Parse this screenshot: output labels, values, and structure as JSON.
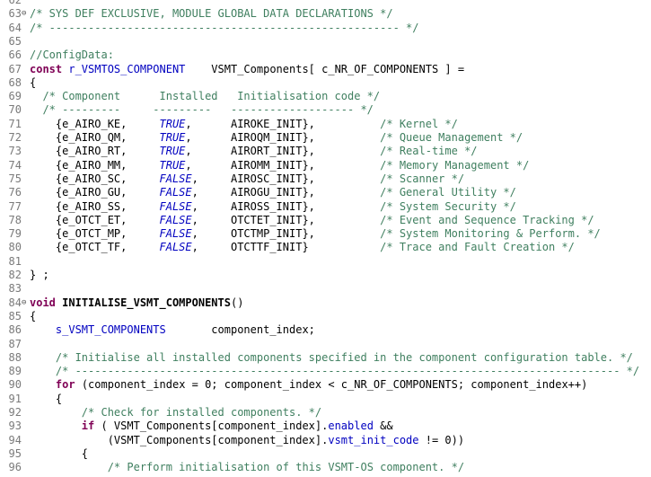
{
  "editor": {
    "fold_marker": "⊖",
    "lines": [
      {
        "num": "62",
        "fold": false,
        "tokens": []
      },
      {
        "num": "63",
        "fold": true,
        "tokens": [
          {
            "t": "/* SYS DEF EXCLUSIVE, MODULE GLOBAL DATA DECLARATIONS */",
            "c": "comment"
          }
        ]
      },
      {
        "num": "64",
        "fold": false,
        "tokens": [
          {
            "t": "/* ------------------------------------------------------ */",
            "c": "comment"
          }
        ]
      },
      {
        "num": "65",
        "fold": false,
        "tokens": []
      },
      {
        "num": "66",
        "fold": false,
        "tokens": [
          {
            "t": "//ConfigData:",
            "c": "comment"
          }
        ]
      },
      {
        "num": "67",
        "fold": false,
        "tokens": [
          {
            "t": "const",
            "c": "keyword"
          },
          {
            "t": " "
          },
          {
            "t": "r_VSMTOS_COMPONENT",
            "c": "type"
          },
          {
            "t": "    VSMT_Components[ c_NR_OF_COMPONENTS ] ="
          }
        ]
      },
      {
        "num": "68",
        "fold": false,
        "tokens": [
          {
            "t": "{"
          }
        ]
      },
      {
        "num": "69",
        "fold": false,
        "tokens": [
          {
            "t": "  /* Component      Installed   Initialisation code */",
            "c": "comment"
          }
        ]
      },
      {
        "num": "70",
        "fold": false,
        "tokens": [
          {
            "t": "  /* ---------     ---------   ------------------- */",
            "c": "comment"
          }
        ]
      },
      {
        "num": "71",
        "fold": false,
        "tokens": [
          {
            "t": "    {e_AIRO_KE,     "
          },
          {
            "t": "TRUE",
            "c": "const"
          },
          {
            "t": ",      AIROKE_INIT},          "
          },
          {
            "t": "/* Kernel */",
            "c": "comment"
          }
        ]
      },
      {
        "num": "72",
        "fold": false,
        "tokens": [
          {
            "t": "    {e_AIRO_QM,     "
          },
          {
            "t": "TRUE",
            "c": "const"
          },
          {
            "t": ",      AIROQM_INIT},          "
          },
          {
            "t": "/* Queue Management */",
            "c": "comment"
          }
        ]
      },
      {
        "num": "73",
        "fold": false,
        "tokens": [
          {
            "t": "    {e_AIRO_RT,     "
          },
          {
            "t": "TRUE",
            "c": "const"
          },
          {
            "t": ",      AIRORT_INIT},          "
          },
          {
            "t": "/* Real-time */",
            "c": "comment"
          }
        ]
      },
      {
        "num": "74",
        "fold": false,
        "tokens": [
          {
            "t": "    {e_AIRO_MM,     "
          },
          {
            "t": "TRUE",
            "c": "const"
          },
          {
            "t": ",      AIROMM_INIT},          "
          },
          {
            "t": "/* Memory Management */",
            "c": "comment"
          }
        ]
      },
      {
        "num": "75",
        "fold": false,
        "tokens": [
          {
            "t": "    {e_AIRO_SC,     "
          },
          {
            "t": "FALSE",
            "c": "const"
          },
          {
            "t": ",     AIROSC_INIT},          "
          },
          {
            "t": "/* Scanner */",
            "c": "comment"
          }
        ]
      },
      {
        "num": "76",
        "fold": false,
        "tokens": [
          {
            "t": "    {e_AIRO_GU,     "
          },
          {
            "t": "FALSE",
            "c": "const"
          },
          {
            "t": ",     AIROGU_INIT},          "
          },
          {
            "t": "/* General Utility */",
            "c": "comment"
          }
        ]
      },
      {
        "num": "77",
        "fold": false,
        "tokens": [
          {
            "t": "    {e_AIRO_SS,     "
          },
          {
            "t": "FALSE",
            "c": "const"
          },
          {
            "t": ",     AIROSS_INIT},          "
          },
          {
            "t": "/* System Security */",
            "c": "comment"
          }
        ]
      },
      {
        "num": "78",
        "fold": false,
        "tokens": [
          {
            "t": "    {e_OTCT_ET,     "
          },
          {
            "t": "FALSE",
            "c": "const"
          },
          {
            "t": ",     OTCTET_INIT},          "
          },
          {
            "t": "/* Event and Sequence Tracking */",
            "c": "comment"
          }
        ]
      },
      {
        "num": "79",
        "fold": false,
        "tokens": [
          {
            "t": "    {e_OTCT_MP,     "
          },
          {
            "t": "FALSE",
            "c": "const"
          },
          {
            "t": ",     OTCTMP_INIT},          "
          },
          {
            "t": "/* System Monitoring & Perform. */",
            "c": "comment"
          }
        ]
      },
      {
        "num": "80",
        "fold": false,
        "tokens": [
          {
            "t": "    {e_OTCT_TF,     "
          },
          {
            "t": "FALSE",
            "c": "const"
          },
          {
            "t": ",     OTCTTF_INIT}           "
          },
          {
            "t": "/* Trace and Fault Creation */",
            "c": "comment"
          }
        ]
      },
      {
        "num": "81",
        "fold": false,
        "tokens": []
      },
      {
        "num": "82",
        "fold": false,
        "tokens": [
          {
            "t": "} ;"
          }
        ]
      },
      {
        "num": "83",
        "fold": false,
        "tokens": []
      },
      {
        "num": "84",
        "fold": true,
        "tokens": [
          {
            "t": "void",
            "c": "keyword"
          },
          {
            "t": " "
          },
          {
            "t": "INITIALISE_VSMT_COMPONENTS",
            "c": "fn"
          },
          {
            "t": "()"
          }
        ]
      },
      {
        "num": "85",
        "fold": false,
        "tokens": [
          {
            "t": "{"
          }
        ]
      },
      {
        "num": "86",
        "fold": false,
        "tokens": [
          {
            "t": "    "
          },
          {
            "t": "s_VSMT_COMPONENTS",
            "c": "type"
          },
          {
            "t": "       component_index;"
          }
        ]
      },
      {
        "num": "87",
        "fold": false,
        "tokens": []
      },
      {
        "num": "88",
        "fold": false,
        "tokens": [
          {
            "t": "    "
          },
          {
            "t": "/* Initialise all installed components specified in the component configuration table. */",
            "c": "comment"
          }
        ]
      },
      {
        "num": "89",
        "fold": false,
        "tokens": [
          {
            "t": "    "
          },
          {
            "t": "/* ------------------------------------------------------------------------------------ */",
            "c": "comment"
          }
        ]
      },
      {
        "num": "90",
        "fold": false,
        "tokens": [
          {
            "t": "    "
          },
          {
            "t": "for",
            "c": "keyword"
          },
          {
            "t": " (component_index = 0; component_index < c_NR_OF_COMPONENTS; component_index++)"
          }
        ]
      },
      {
        "num": "91",
        "fold": false,
        "tokens": [
          {
            "t": "    {"
          }
        ]
      },
      {
        "num": "92",
        "fold": false,
        "tokens": [
          {
            "t": "        "
          },
          {
            "t": "/* Check for installed components. */",
            "c": "comment"
          }
        ]
      },
      {
        "num": "93",
        "fold": false,
        "tokens": [
          {
            "t": "        "
          },
          {
            "t": "if",
            "c": "keyword"
          },
          {
            "t": " ( VSMT_Components[component_index]."
          },
          {
            "t": "enabled",
            "c": "field"
          },
          {
            "t": " &&"
          }
        ]
      },
      {
        "num": "94",
        "fold": false,
        "tokens": [
          {
            "t": "            (VSMT_Components[component_index]."
          },
          {
            "t": "vsmt_init_code",
            "c": "field"
          },
          {
            "t": " != 0))"
          }
        ]
      },
      {
        "num": "95",
        "fold": false,
        "tokens": [
          {
            "t": "        {"
          }
        ]
      },
      {
        "num": "96",
        "fold": false,
        "tokens": [
          {
            "t": "            "
          },
          {
            "t": "/* Perform initialisation of this VSMT-OS component. */",
            "c": "comment"
          }
        ]
      }
    ]
  }
}
